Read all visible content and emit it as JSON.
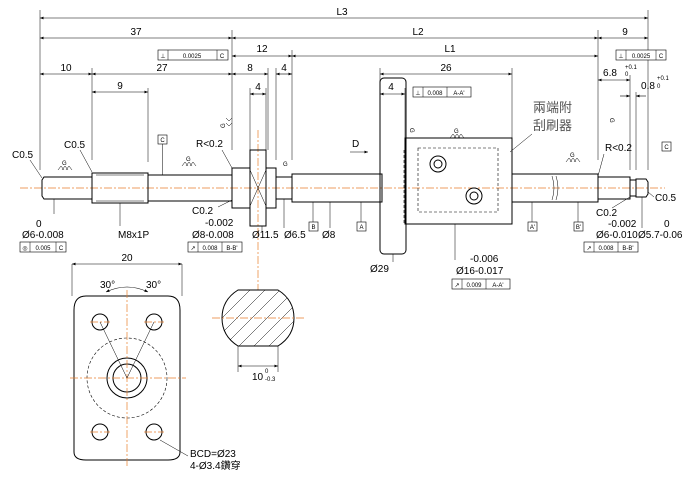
{
  "dims": {
    "L3": "L3",
    "L2": "L2",
    "L1": "L1",
    "d37": "37",
    "d12": "12",
    "d9": "9",
    "d10": "10",
    "d27": "27",
    "d9b": "9",
    "d8": "8",
    "d4a": "4",
    "d4b": "4",
    "d4c": "4",
    "d26": "26",
    "d6_8": "6.8",
    "d6_8_tol": "+0.1",
    "d6_8_tol2": "0",
    "d0_8": "0.8",
    "d0_8_tol": "+0.1",
    "d0_8_tol2": "0",
    "c05_left": "C0.5",
    "c05_mid": "C0.5",
    "c05_right": "C0.5",
    "r_left": "R<0.2",
    "r_right": "R<0.2",
    "d_label": "D",
    "g": "G",
    "c_label": "C",
    "b_label": "B",
    "a_label": "A",
    "a2_label": "A'",
    "b2_label": "B'",
    "c02_left": "C0.2",
    "c02_right": "C0.2",
    "dia6_tol": "0",
    "dia6": "Ø6-0.008",
    "m8": "M8x1P",
    "dia8_a": "-0.002",
    "dia8_b": "Ø8-0.008",
    "dia11_5": "Ø11.5",
    "dia6_5": "Ø6.5",
    "dia8": "Ø8",
    "dia29": "Ø29",
    "dia16_a": "-0.006",
    "dia16_b": "Ø16-0.017",
    "dia6r_a": "-0.002",
    "dia6r_b": "Ø6-0.010",
    "dia57_a": "0",
    "dia57_b": "Ø5.7-0.06",
    "w20": "20",
    "ang30a": "30°",
    "ang30b": "30°",
    "w10": "10",
    "w10_tol": "0",
    "w10_tol2": "-0.3",
    "bcd": "BCD=Ø23",
    "holes": "4-Ø3.4鑽穿",
    "wiper": "兩端附\n刮刷器",
    "wiper1": "兩端附",
    "wiper2": "刮刷器"
  },
  "frames": {
    "f1_sym": "⊥",
    "f1_val": "0.0025",
    "f1_ref": "C",
    "f2_sym": "⊥",
    "f2_val": "0.0025",
    "f2_ref": "C",
    "f3_sym": "⊥",
    "f3_val": "0.008",
    "f3_ref": "A-A'",
    "f4_sym": "◎",
    "f4_val": "0.005",
    "f4_ref": "C",
    "f5_sym": "↗",
    "f5_val": "0.008",
    "f5_ref": "B-B'",
    "f6_sym": "↗",
    "f6_val": "0.009",
    "f6_ref": "A-A'",
    "f7_sym": "↗",
    "f7_val": "0.008",
    "f7_ref": "B-B'"
  },
  "colors": {
    "center_line": "#e87f2c",
    "line": "#000000"
  }
}
